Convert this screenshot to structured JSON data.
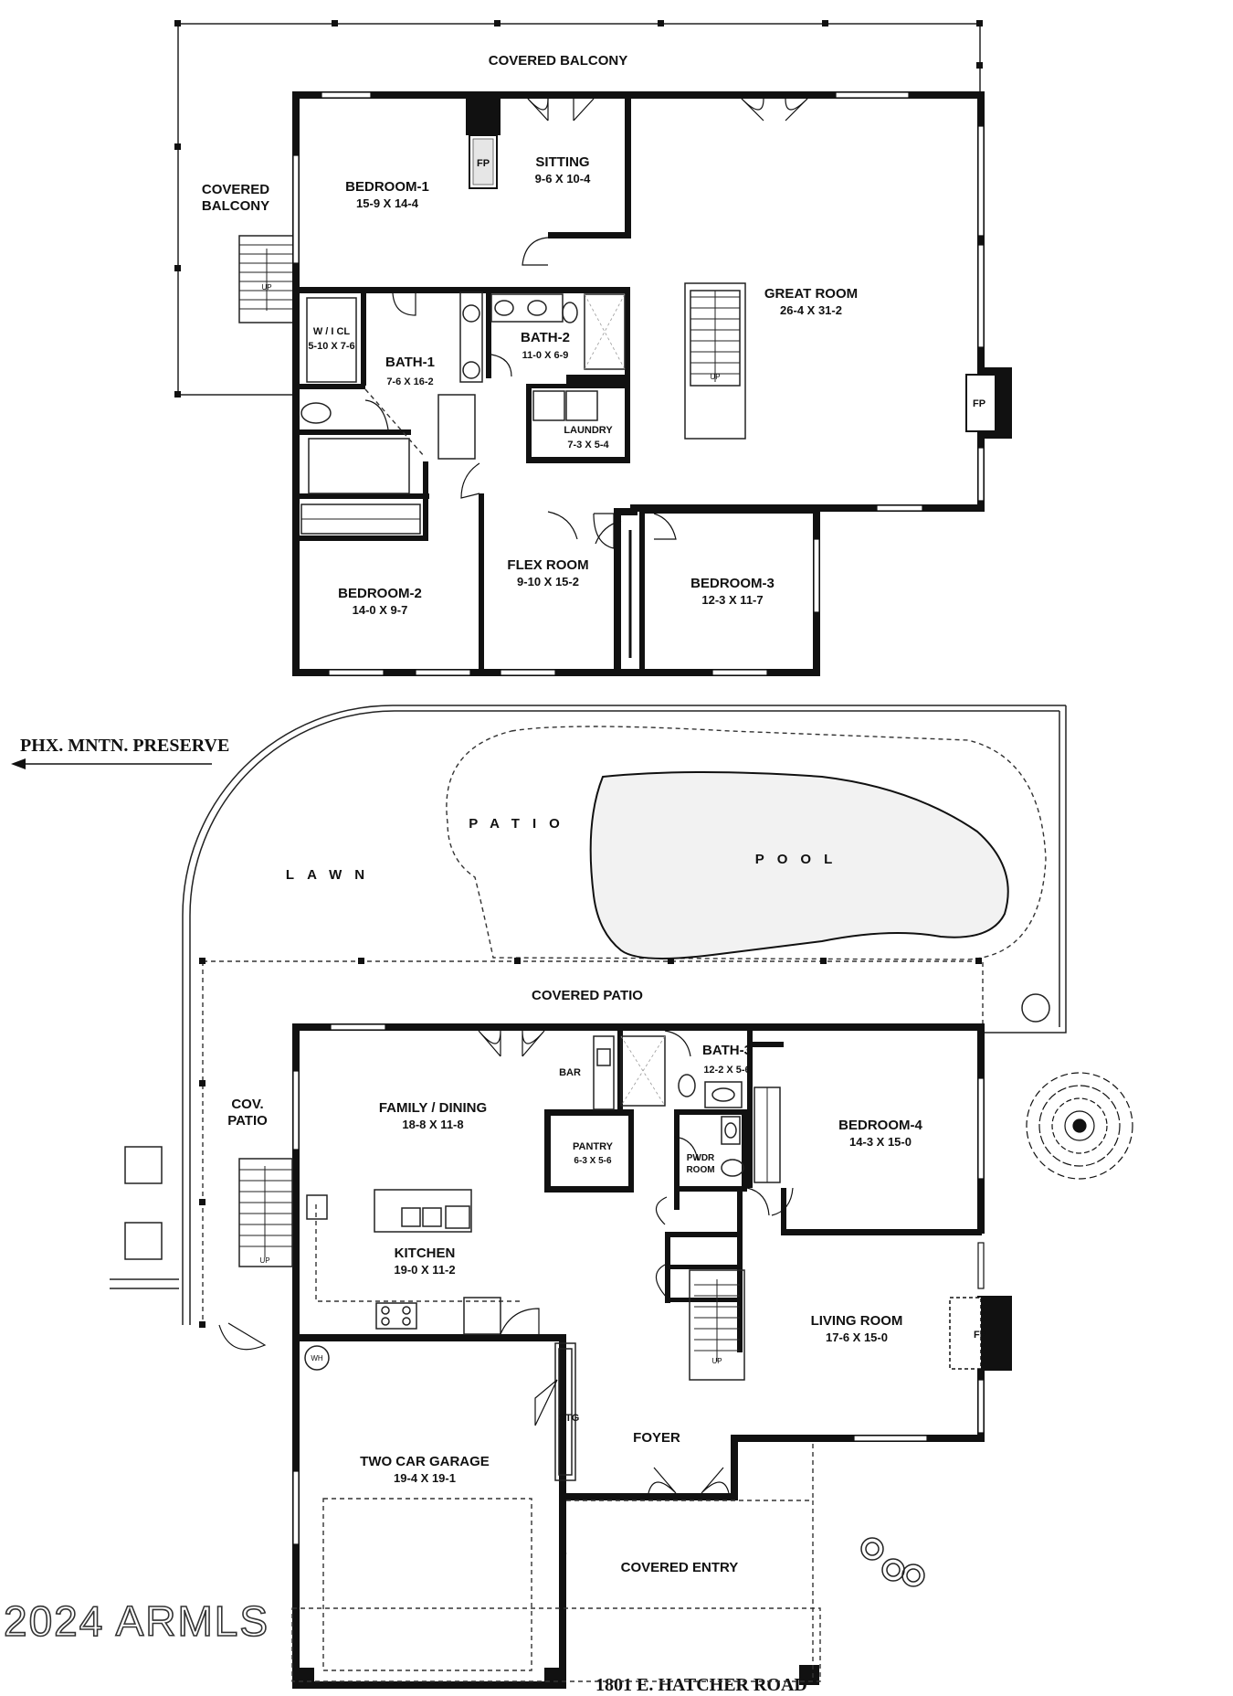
{
  "upper_floor": {
    "covered_balcony_top": "COVERED BALCONY",
    "covered_balcony_left": [
      "COVERED",
      "BALCONY"
    ],
    "bedroom1": {
      "name": "BEDROOM-1",
      "dims": "15-9 X  14-4"
    },
    "sitting": {
      "name": "SITTING",
      "dims": "9-6 X 10-4"
    },
    "great_room": {
      "name": "GREAT ROOM",
      "dims": "26-4  X  31-2"
    },
    "wicl": {
      "name": "W / I  CL",
      "dims": "5-10 X 7-6"
    },
    "bath1": {
      "name": "BATH-1",
      "dims": "7-6 X 16-2"
    },
    "bath2": {
      "name": "BATH-2",
      "dims": "11-0 X 6-9"
    },
    "laundry": {
      "name": "LAUNDRY",
      "dims": "7-3 X 5-4"
    },
    "bedroom2": {
      "name": "BEDROOM-2",
      "dims": "14-0  X  9-7"
    },
    "flex_room": {
      "name": "FLEX ROOM",
      "dims": "9-10 X 15-2"
    },
    "bedroom3": {
      "name": "BEDROOM-3",
      "dims": "12-3  X  11-7"
    },
    "fp": "FP",
    "up": "UP"
  },
  "site": {
    "direction_label": "PHX. MNTN. PRESERVE",
    "patio": "PATIO",
    "pool": "POOL",
    "lawn": "LAWN",
    "covered_patio": "COVERED PATIO",
    "street": "1801 E. HATCHER ROAD"
  },
  "lower_floor": {
    "cov_patio": [
      "COV.",
      "PATIO"
    ],
    "family_dining": {
      "name": "FAMILY / DINING",
      "dims": "18-8  X  11-8"
    },
    "bar": "BAR",
    "bath3": {
      "name": "BATH-3",
      "dims": "12-2 X 5-6"
    },
    "pantry": {
      "name": "PANTRY",
      "dims": "6-3 X 5-6"
    },
    "pwdr_room": [
      "PWDR",
      "ROOM"
    ],
    "bedroom4": {
      "name": "BEDROOM-4",
      "dims": "14-3  X  15-0"
    },
    "kitchen": {
      "name": "KITCHEN",
      "dims": "19-0 X 11-2"
    },
    "living_room": {
      "name": "LIVING ROOM",
      "dims": "17-6  X  15-0"
    },
    "wh": "WH",
    "stg": "STG",
    "foyer": "FOYER",
    "garage": {
      "name": "TWO CAR GARAGE",
      "dims": "19-4  X  19-1"
    },
    "covered_entry": "COVERED ENTRY",
    "fp": "FP",
    "up": "UP"
  },
  "watermark": "2024 ARMLS"
}
